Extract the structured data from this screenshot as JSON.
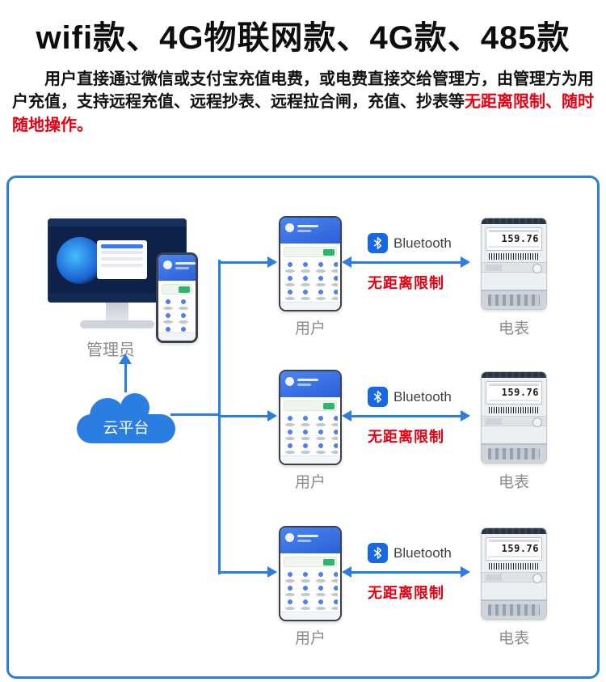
{
  "title": "wifi款、4G物联网款、4G款、485款",
  "intro": {
    "text": "用户直接通过微信或支付宝充值电费，或电费直接交给管理方，由管理方为用户充值，支持远程充值、远程抄表、远程拉合闸，充值、抄表等",
    "highlight": "无距离限制、随时随地操作。"
  },
  "colors": {
    "accent_blue": "#2a7de1",
    "frame_blue": "#2e7cd9",
    "alert_red": "#e60012"
  },
  "diagram": {
    "admin": {
      "label": "管理员"
    },
    "cloud": {
      "label": "云平台"
    },
    "rows": [
      {
        "user_label": "用户",
        "bluetooth_label": "Bluetooth",
        "range_label": "无距离限制",
        "meter_label": "电表",
        "meter_reading": "159.76"
      },
      {
        "user_label": "用户",
        "bluetooth_label": "Bluetooth",
        "range_label": "无距离限制",
        "meter_label": "电表",
        "meter_reading": "159.76"
      },
      {
        "user_label": "用户",
        "bluetooth_label": "Bluetooth",
        "range_label": "无距离限制",
        "meter_label": "电表",
        "meter_reading": "159.76"
      }
    ]
  }
}
